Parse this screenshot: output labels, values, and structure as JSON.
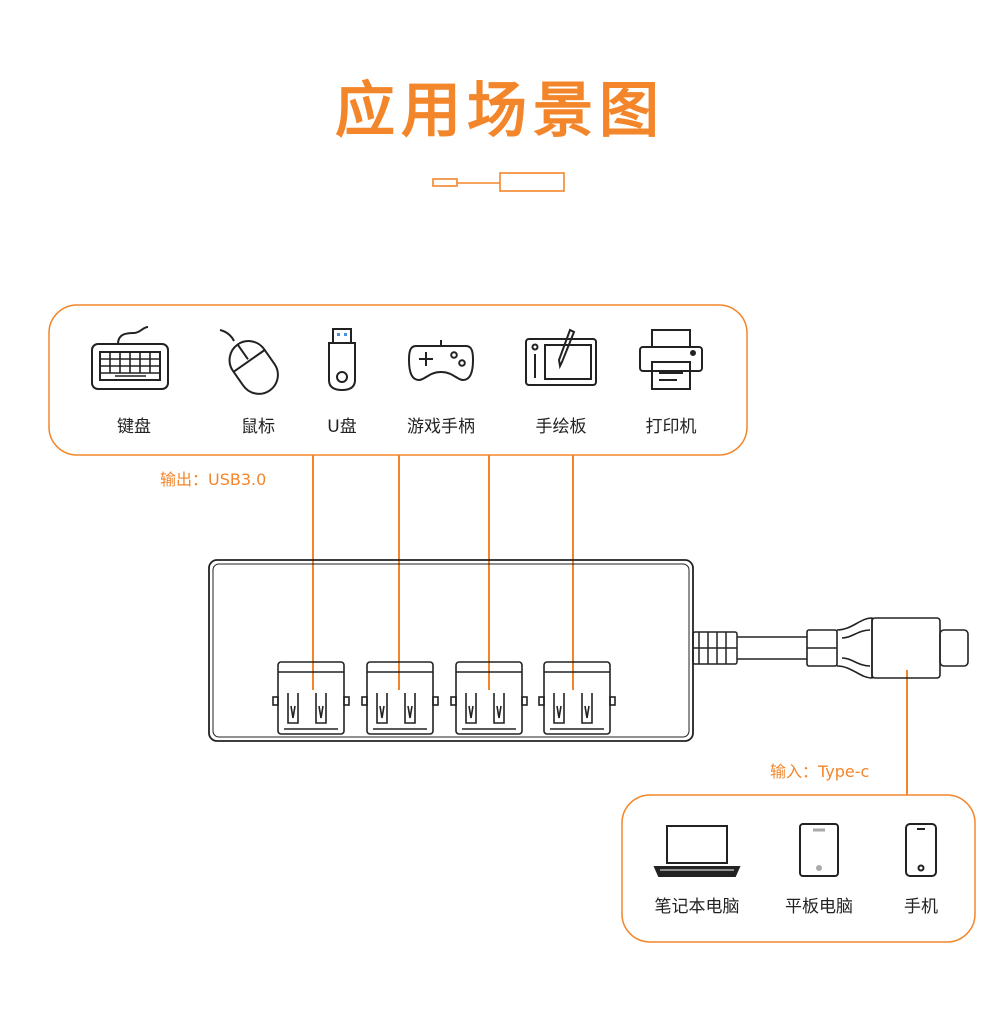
{
  "title": "应用场景图",
  "accent_color": "#f3862b",
  "output_label": "输出：USB3.0",
  "input_label": "输入：Type-c",
  "output_devices": [
    {
      "label": "键盘",
      "icon": "keyboard-icon"
    },
    {
      "label": "鼠标",
      "icon": "mouse-icon"
    },
    {
      "label": "U盘",
      "icon": "usb-drive-icon"
    },
    {
      "label": "游戏手柄",
      "icon": "gamepad-icon"
    },
    {
      "label": "手绘板",
      "icon": "drawing-tablet-icon"
    },
    {
      "label": "打印机",
      "icon": "printer-icon"
    }
  ],
  "input_devices": [
    {
      "label": "笔记本电脑",
      "icon": "laptop-icon"
    },
    {
      "label": "平板电脑",
      "icon": "tablet-icon"
    },
    {
      "label": "手机",
      "icon": "phone-icon"
    }
  ]
}
